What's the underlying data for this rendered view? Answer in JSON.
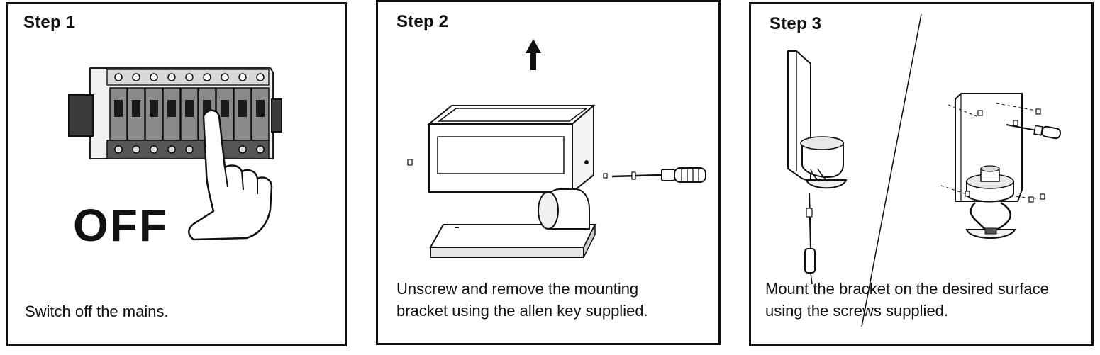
{
  "steps": [
    {
      "title": "Step 1",
      "caption": "Switch off the mains.",
      "graphic_label": "OFF"
    },
    {
      "title": "Step 2",
      "caption_line1": "Unscrew and remove the mounting",
      "caption_line2": "bracket using the allen key supplied."
    },
    {
      "title": "Step 3",
      "caption_line1": "Mount the bracket on the desired surface",
      "caption_line2": "using the screws supplied."
    }
  ],
  "icons": {
    "step1": [
      "circuit-breaker-panel-icon",
      "pointing-hand-icon"
    ],
    "step2": [
      "up-arrow-icon",
      "light-fixture-housing-icon",
      "mounting-bracket-icon",
      "screwdriver-icon",
      "screw-icon"
    ],
    "step3": [
      "wall-bracket-side-view-icon",
      "wall-bracket-front-view-icon",
      "screwdriver-icon",
      "screw-icon"
    ]
  },
  "colors": {
    "border": "#111111",
    "line": "#222222",
    "fill_light": "#e6e6e6",
    "fill_dark": "#555555"
  }
}
